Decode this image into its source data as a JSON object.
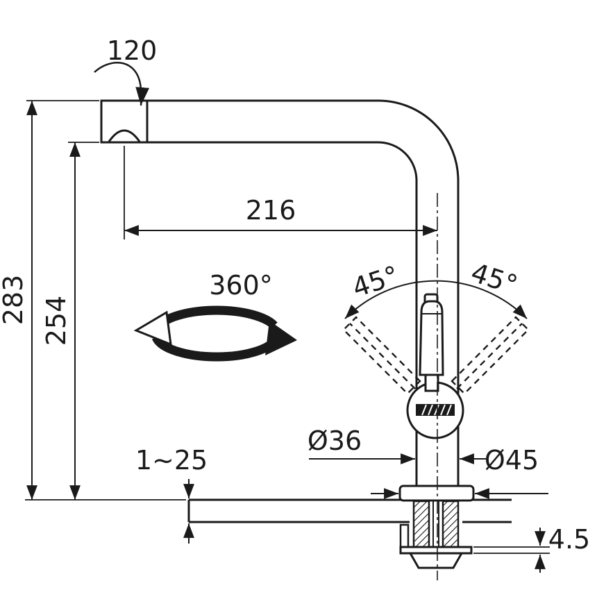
{
  "colors": {
    "ink": "#1a1a1a",
    "paper": "#ffffff"
  },
  "labels": {
    "swivel_angle": "120",
    "spout_reach": "216",
    "overall_height": "283",
    "outlet_height": "254",
    "swivel_rotation": "360°",
    "lever_angle_left": "45°",
    "lever_angle_right": "45°",
    "body_diameter": "Ø36",
    "base_diameter": "Ø45",
    "deck_thickness_range": "1~25",
    "washer_thickness": "4.5"
  }
}
